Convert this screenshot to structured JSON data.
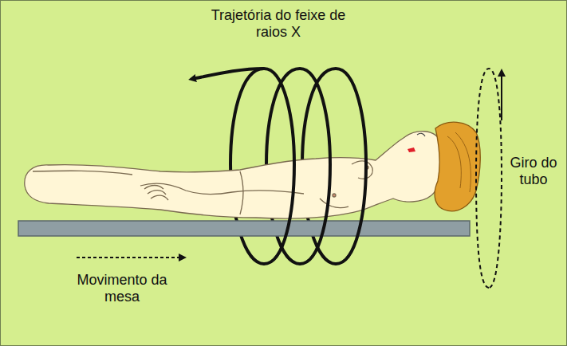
{
  "diagram": {
    "labels": [
      "Trajetória do feixe de raios X",
      "Giro do tubo",
      "Movimento da mesa"
    ]
  }
}
